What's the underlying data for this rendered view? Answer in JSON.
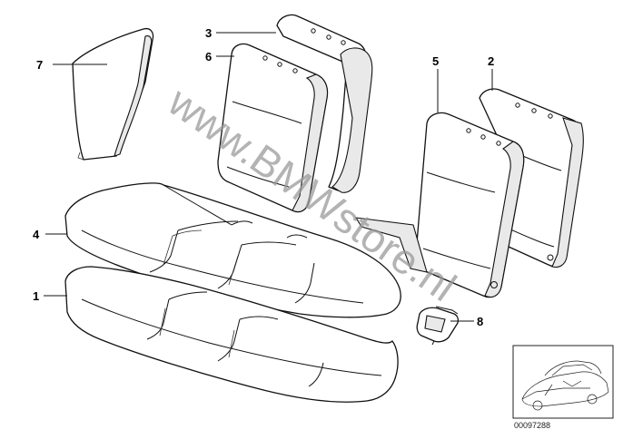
{
  "callouts": [
    {
      "id": "7",
      "label": "7"
    },
    {
      "id": "3",
      "label": "3"
    },
    {
      "id": "6",
      "label": "6"
    },
    {
      "id": "5",
      "label": "5"
    },
    {
      "id": "2",
      "label": "2"
    },
    {
      "id": "4",
      "label": "4"
    },
    {
      "id": "1",
      "label": "1"
    },
    {
      "id": "8",
      "label": "8"
    }
  ],
  "watermark": "www.BMWstore.nl",
  "reference_number": "00097288",
  "icons": {
    "thumbnail": "car-thumbnail-icon"
  }
}
